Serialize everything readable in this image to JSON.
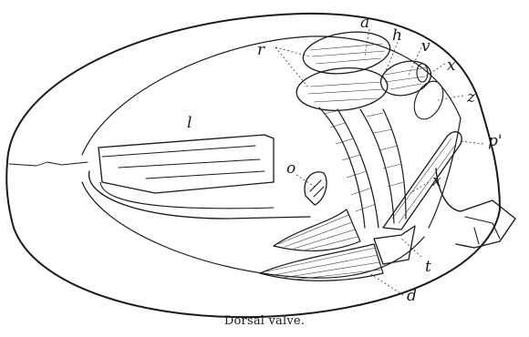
{
  "caption": "Dorsal valve.",
  "labels": {
    "a_top": "a",
    "h": "h",
    "v": "v",
    "x_top": "x",
    "r": "r",
    "z": "z",
    "l": "l",
    "o": "o",
    "p_prime": "p'",
    "x_mid": "x",
    "t": "t",
    "d": "d"
  }
}
